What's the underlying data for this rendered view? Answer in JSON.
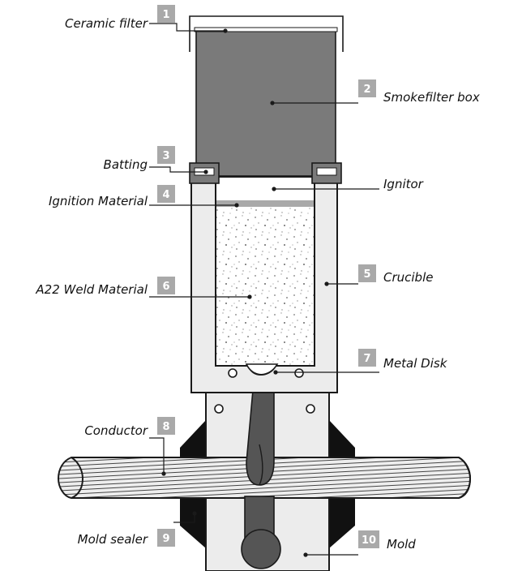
{
  "colors": {
    "box_gray": "#7a7a7a",
    "crucible_light": "#ececec",
    "badge_gray": "#a9a9a9",
    "outline": "#1a1a1a",
    "dark_metal": "#555555",
    "sealer_black": "#111111"
  },
  "components": [
    {
      "number": "1",
      "label": "Ceramic filter"
    },
    {
      "number": "2",
      "label": "Smokefilter box"
    },
    {
      "number": "3",
      "label": "Batting"
    },
    {
      "label": "Ignitor"
    },
    {
      "number": "4",
      "label": "Ignition Material"
    },
    {
      "number": "5",
      "label": "Crucible"
    },
    {
      "number": "6",
      "label": "A22 Weld Material"
    },
    {
      "number": "7",
      "label": "Metal Disk"
    },
    {
      "number": "8",
      "label": "Conductor"
    },
    {
      "number": "9",
      "label": "Mold sealer"
    },
    {
      "number": "10",
      "label": "Mold"
    }
  ]
}
